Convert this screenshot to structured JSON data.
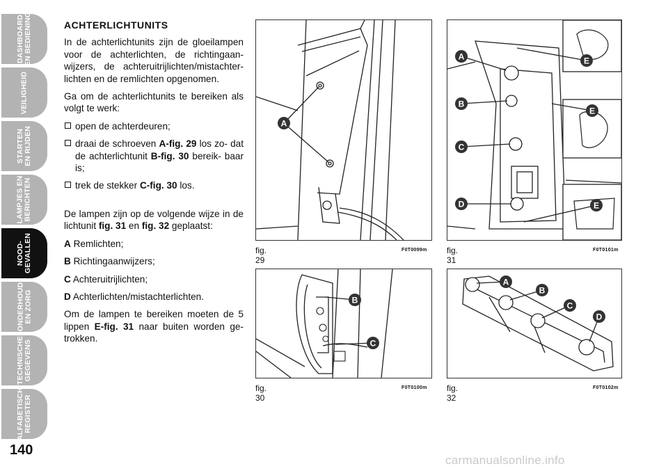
{
  "tabs": [
    {
      "label": "DASHBOARD\nEN BEDIENING",
      "active": false
    },
    {
      "label": "VEILIGHEID",
      "active": false
    },
    {
      "label": "STARTEN\nEN RIJDEN",
      "active": false
    },
    {
      "label": "LAMPJES EN\nBERICHTEN",
      "active": false
    },
    {
      "label": "NOOD-\nGEVALLEN",
      "active": true
    },
    {
      "label": "ONDERHOUD\nEN ZORG",
      "active": false
    },
    {
      "label": "TECHNISCHE\nGEGEVENS",
      "active": false
    },
    {
      "label": "ALFABETISCH\nREGISTER",
      "active": false
    }
  ],
  "page_number": "140",
  "section": {
    "heading": "ACHTERLICHTUNITS",
    "intro": "In de achterlichtunits zijn de gloeilampen voor de achterlichten, de richtingaan- wijzers, de achteruitrijlichten/mistachter- lichten en de remlichten opgenomen.",
    "access": "Ga om de achterlichtunits te bereiken als volgt te werk:",
    "step1": "open de achterdeuren;",
    "step2_a": "draai de schroeven ",
    "step2_ref1": "A-fig. 29",
    "step2_b": " los zo- dat de achterlichtunit ",
    "step2_ref2": "B-fig. 30",
    "step2_c": " bereik- baar is;",
    "step3_a": "trek de stekker ",
    "step3_ref": "C-fig. 30",
    "step3_b": " los.",
    "lamps_a": "De lampen zijn op de volgende wijze in de lichtunit ",
    "lamps_ref1": "fig. 31",
    "lamps_mid": " en ",
    "lamps_ref2": "fig. 32",
    "lamps_b": " geplaatst:",
    "legend": [
      {
        "key": "A",
        "text": "Remlichten;"
      },
      {
        "key": "B",
        "text": "Richtingaanwijzers;"
      },
      {
        "key": "C",
        "text": "Achteruitrijlichten;"
      },
      {
        "key": "D",
        "text": "Achterlichten/mistachterlichten."
      }
    ],
    "remove_a": "Om de lampen te bereiken moeten de 5 lippen ",
    "remove_ref": "E-fig. 31",
    "remove_b": " naar buiten worden ge- trokken."
  },
  "figures": {
    "fig29": {
      "caption": "fig. 29",
      "code": "F0T0099m",
      "callouts": [
        "A"
      ]
    },
    "fig30": {
      "caption": "fig. 30",
      "code": "F0T0100m",
      "callouts": [
        "B",
        "C"
      ]
    },
    "fig31": {
      "caption": "fig. 31",
      "code": "F0T0101m",
      "callouts": [
        "A",
        "B",
        "C",
        "D",
        "E",
        "E",
        "E"
      ]
    },
    "fig32": {
      "caption": "fig. 32",
      "code": "F0T0102m",
      "callouts": [
        "A",
        "B",
        "C",
        "D"
      ]
    }
  },
  "watermark": "carmanualsonline.info"
}
